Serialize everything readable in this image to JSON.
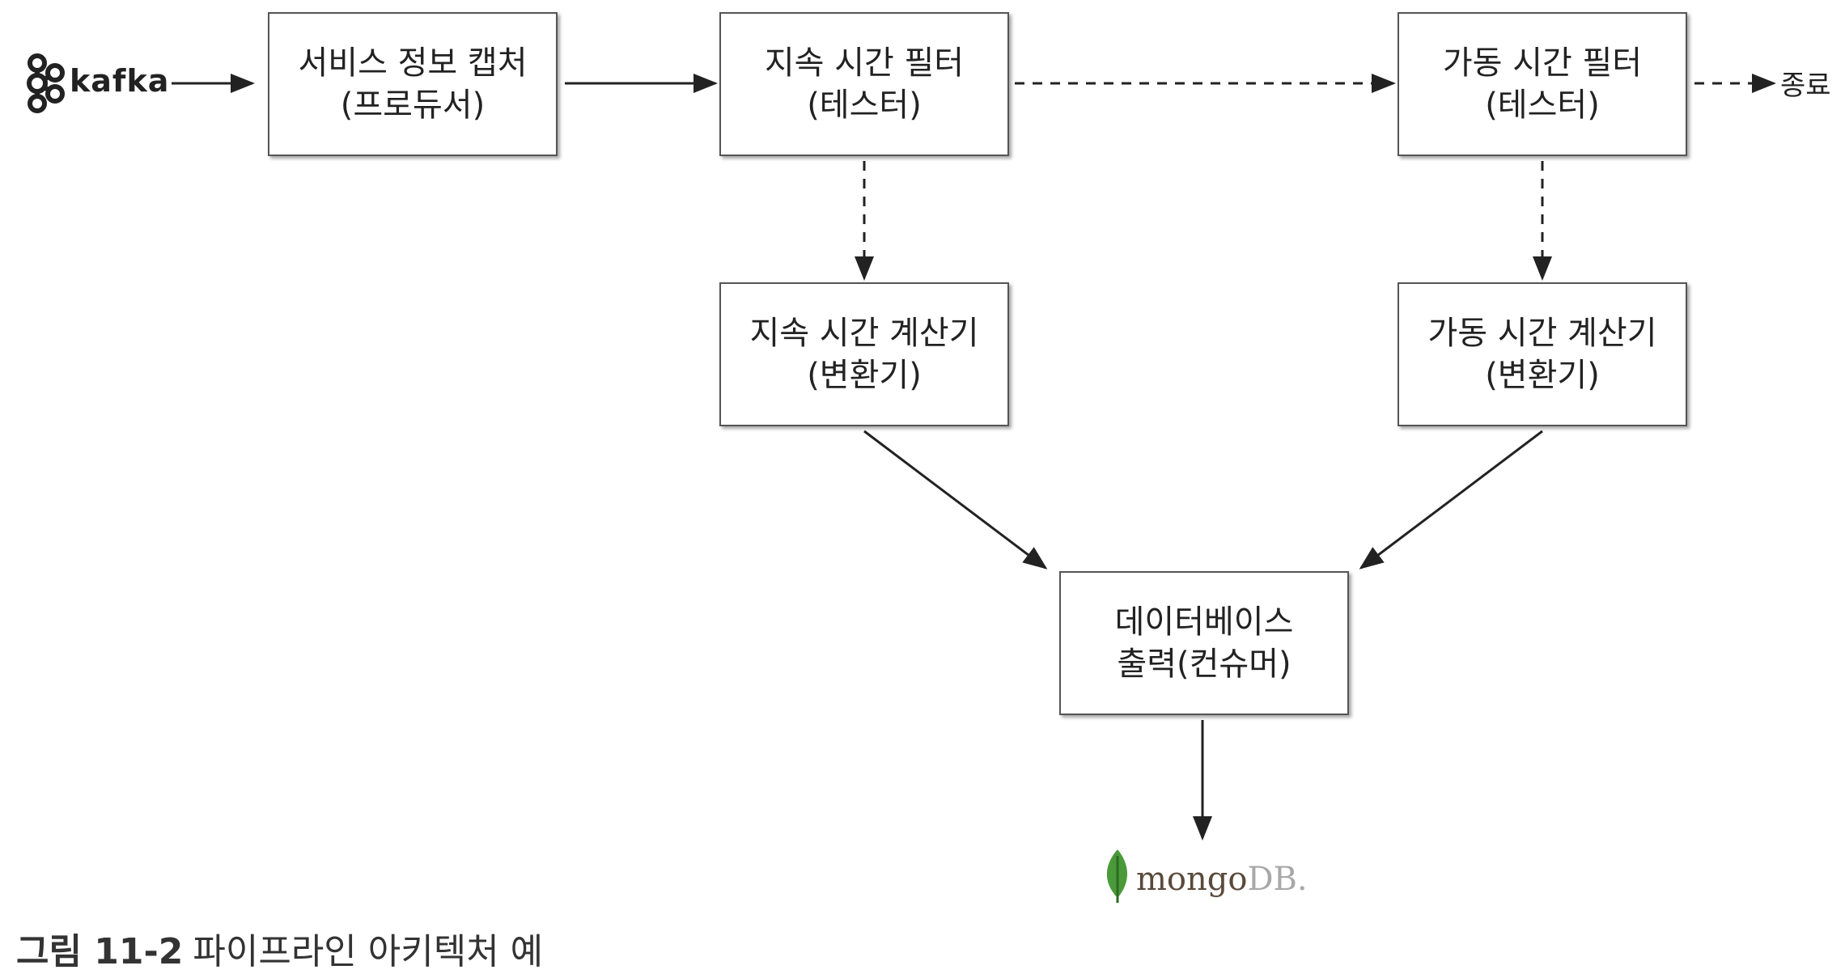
{
  "kafka": {
    "label": "kafka"
  },
  "boxes": {
    "capture": {
      "line1": "서비스 정보 캡처",
      "line2": "(프로듀서)"
    },
    "dur_filter": {
      "line1": "지속 시간 필터",
      "line2": "(테스터)"
    },
    "up_filter": {
      "line1": "가동 시간 필터",
      "line2": "(테스터)"
    },
    "dur_calc": {
      "line1": "지속 시간 계산기",
      "line2": "(변환기)"
    },
    "up_calc": {
      "line1": "가동 시간 계산기",
      "line2": "(변환기)"
    },
    "db_output": {
      "line1": "데이터베이스",
      "line2": "출력(컨슈머)"
    }
  },
  "end_label": "종료",
  "mongodb": {
    "mongo": "mongo",
    "db": "DB."
  },
  "caption": {
    "number": "그림 11-2",
    "text": "파이프라인 아키텍처 예"
  },
  "colors": {
    "border": "#555555",
    "line": "#222222",
    "leaf": "#4a9a3a"
  }
}
